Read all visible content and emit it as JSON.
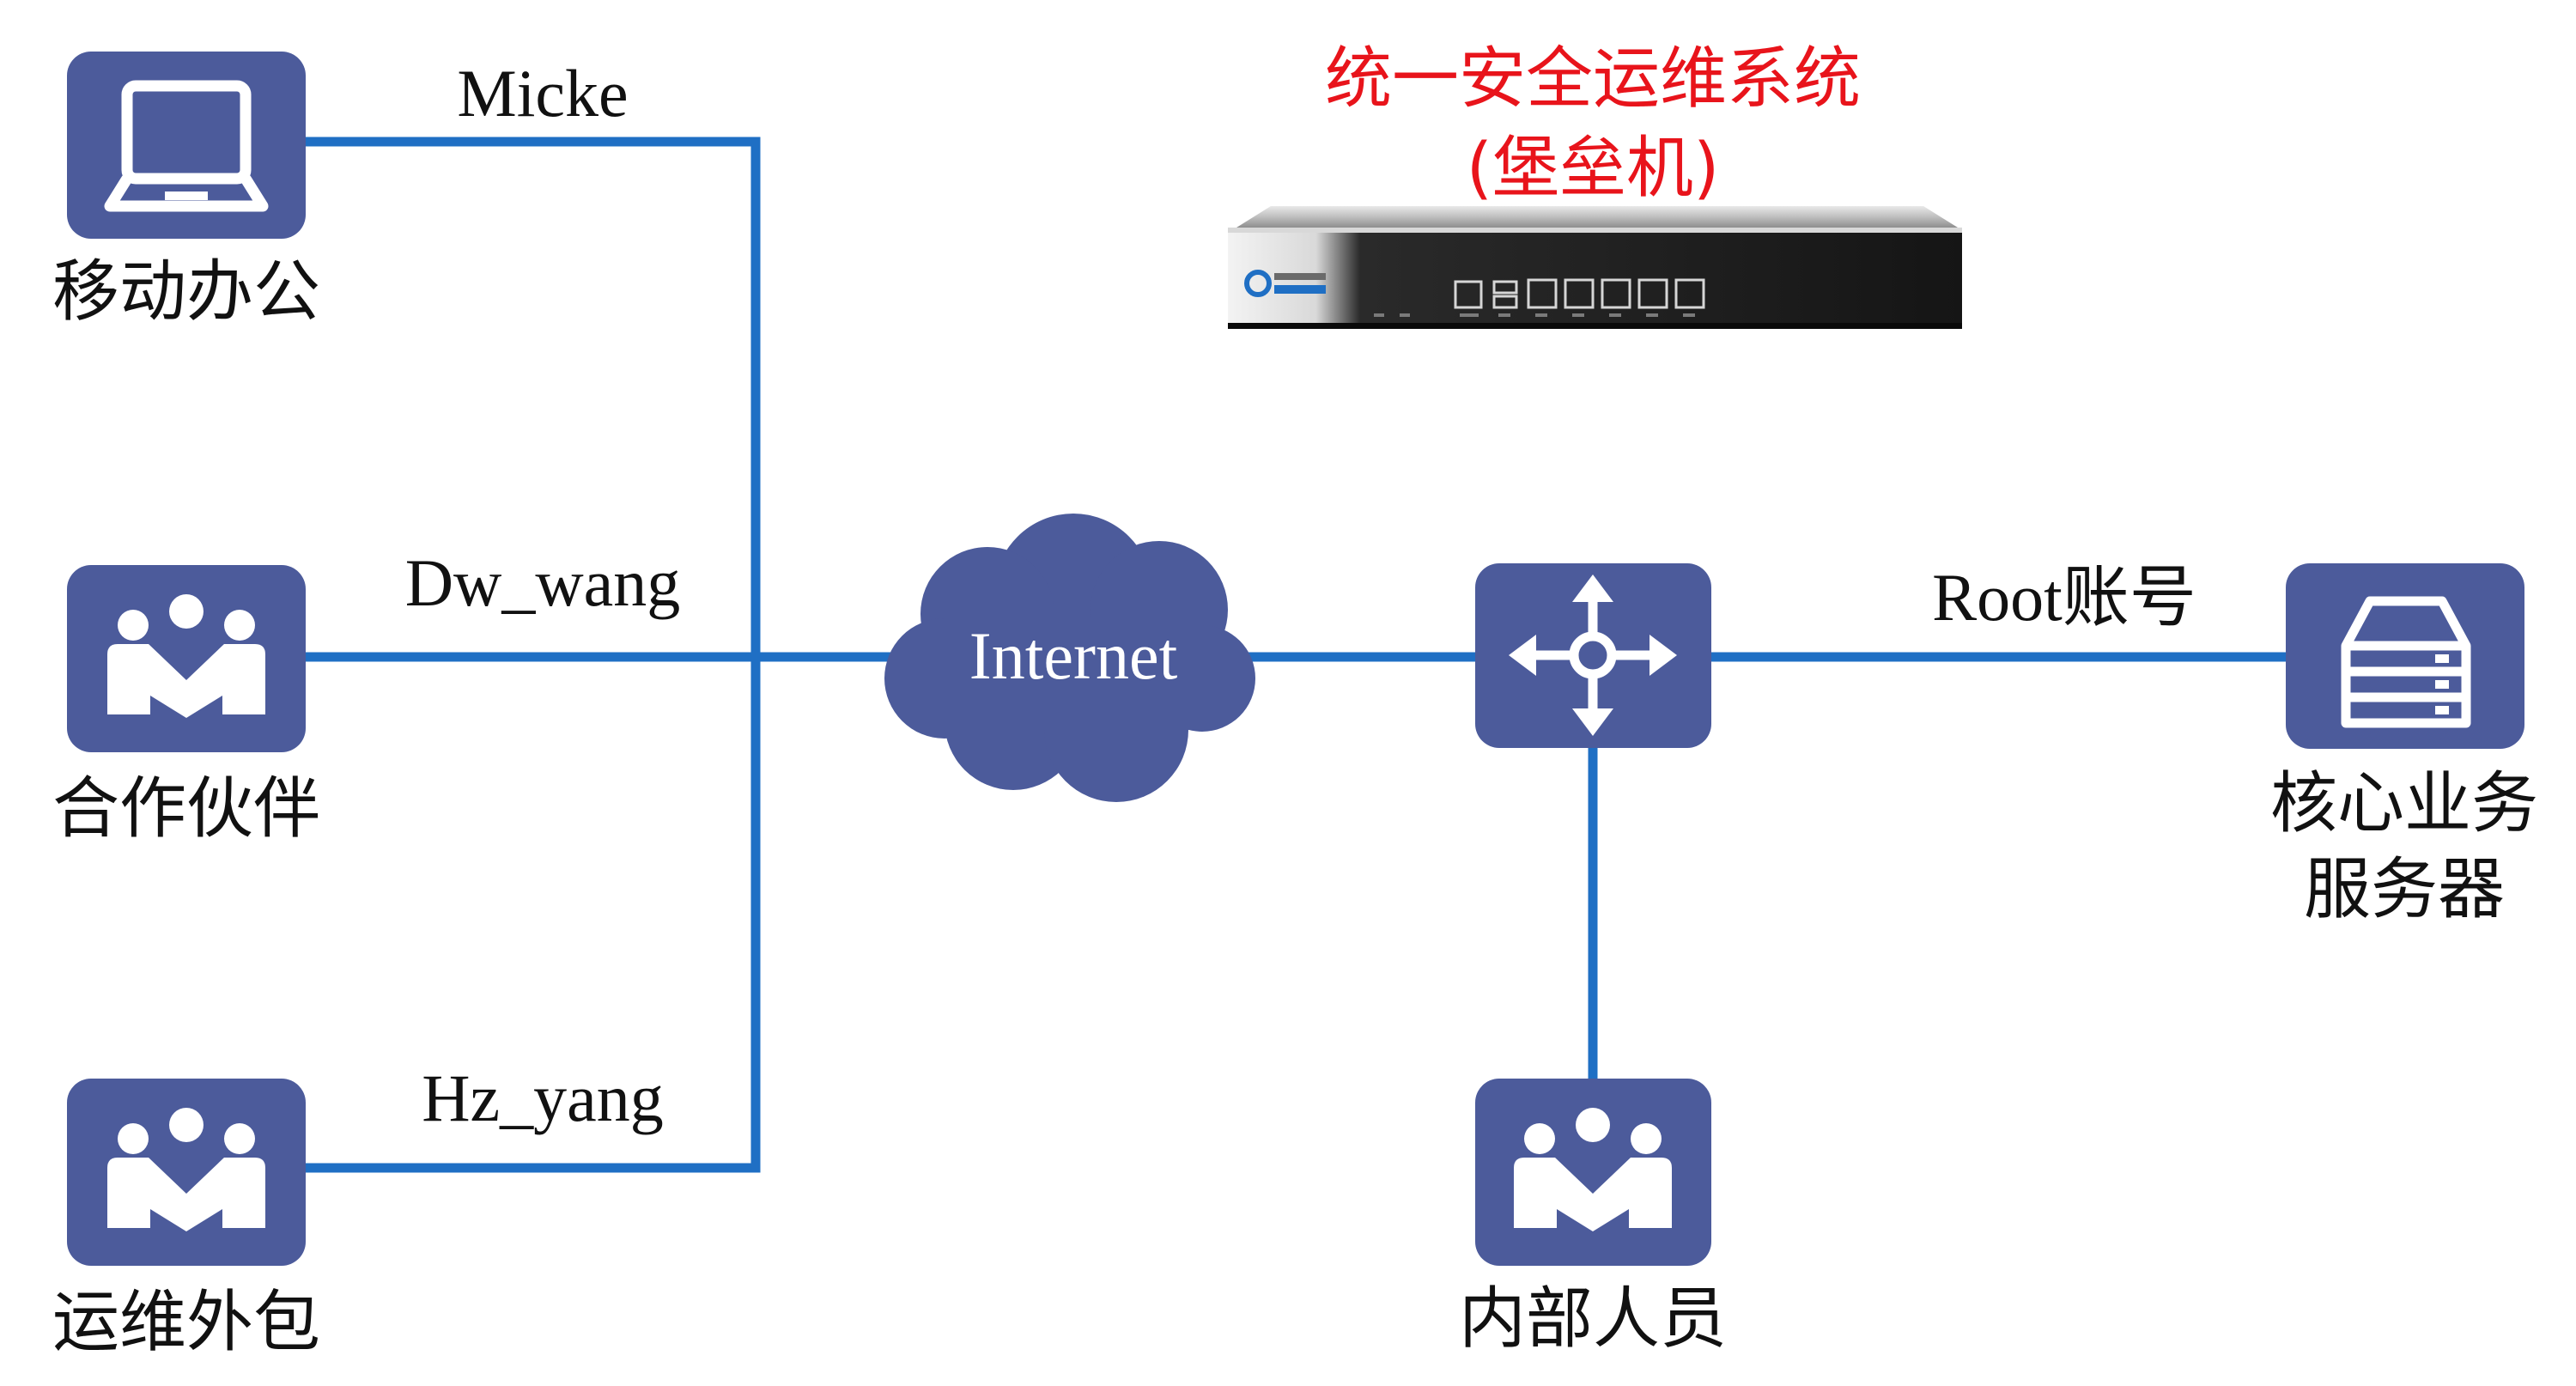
{
  "title": {
    "line1": "统一安全运维系统",
    "line2": "(堡垒机)"
  },
  "device": {
    "icon": "bastion-host-appliance"
  },
  "nodes": {
    "mobile_office": {
      "label": "移动办公",
      "icon": "laptop-icon"
    },
    "partners": {
      "label": "合作伙伴",
      "icon": "user-group-icon"
    },
    "outsourced_ops": {
      "label": "运维外包",
      "icon": "user-group-icon"
    },
    "internet": {
      "label": "Internet",
      "icon": "cloud-icon"
    },
    "router": {
      "label": "",
      "icon": "router-icon"
    },
    "core_servers": {
      "line1": "核心业务",
      "line2": "服务器",
      "icon": "server-icon"
    },
    "internal_staff": {
      "label": "内部人员",
      "icon": "user-group-icon"
    }
  },
  "edges": {
    "mobile_office": "Micke",
    "partners": "Dw_wang",
    "outsourced_ops": "Hz_yang",
    "core_servers": "Root账号"
  },
  "colors": {
    "link": "#1f6fc4",
    "icon_tile": "#4c5b9b",
    "title": "#e8141b"
  }
}
